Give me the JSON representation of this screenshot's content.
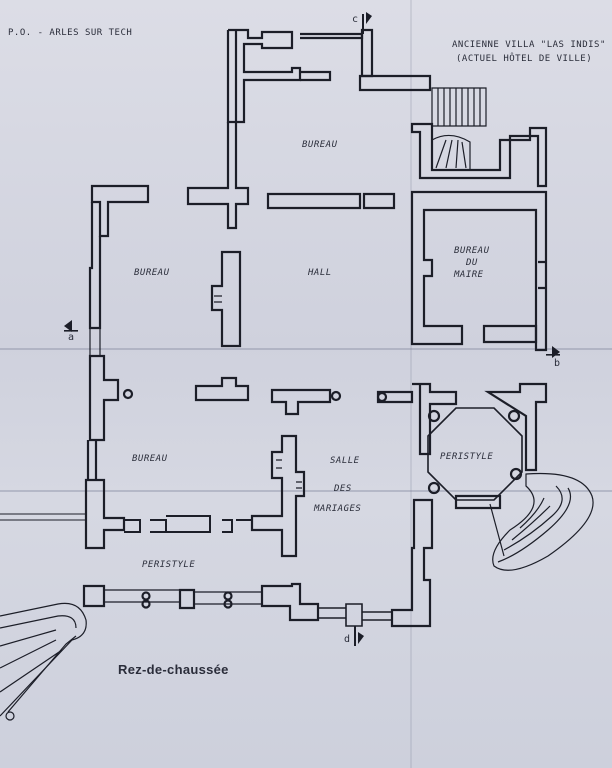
{
  "header": {
    "location": "P.O. - ARLES SUR TECH",
    "building_line1": "ANCIENNE VILLA \"LAS INDIS\"",
    "building_line2": "(ACTUEL HÔTEL DE VILLE)"
  },
  "rooms": {
    "bureau_top": "BUREAU",
    "bureau_left": "BUREAU",
    "hall": "HALL",
    "bureau_maire_1": "BUREAU",
    "bureau_maire_2": "DU",
    "bureau_maire_3": "MAIRE",
    "bureau_bottom": "BUREAU",
    "salle_1": "SALLE",
    "salle_2": "DES",
    "salle_3": "MARIAGES",
    "peristyle_right": "PERISTYLE",
    "peristyle_bottom": "PERISTYLE"
  },
  "sections": {
    "a": "a",
    "b": "b",
    "c": "c",
    "d": "d"
  },
  "floor_title": "Rez-de-chaussée",
  "colors": {
    "ink": "#1c1e28",
    "paper": "#d6d8e2"
  }
}
